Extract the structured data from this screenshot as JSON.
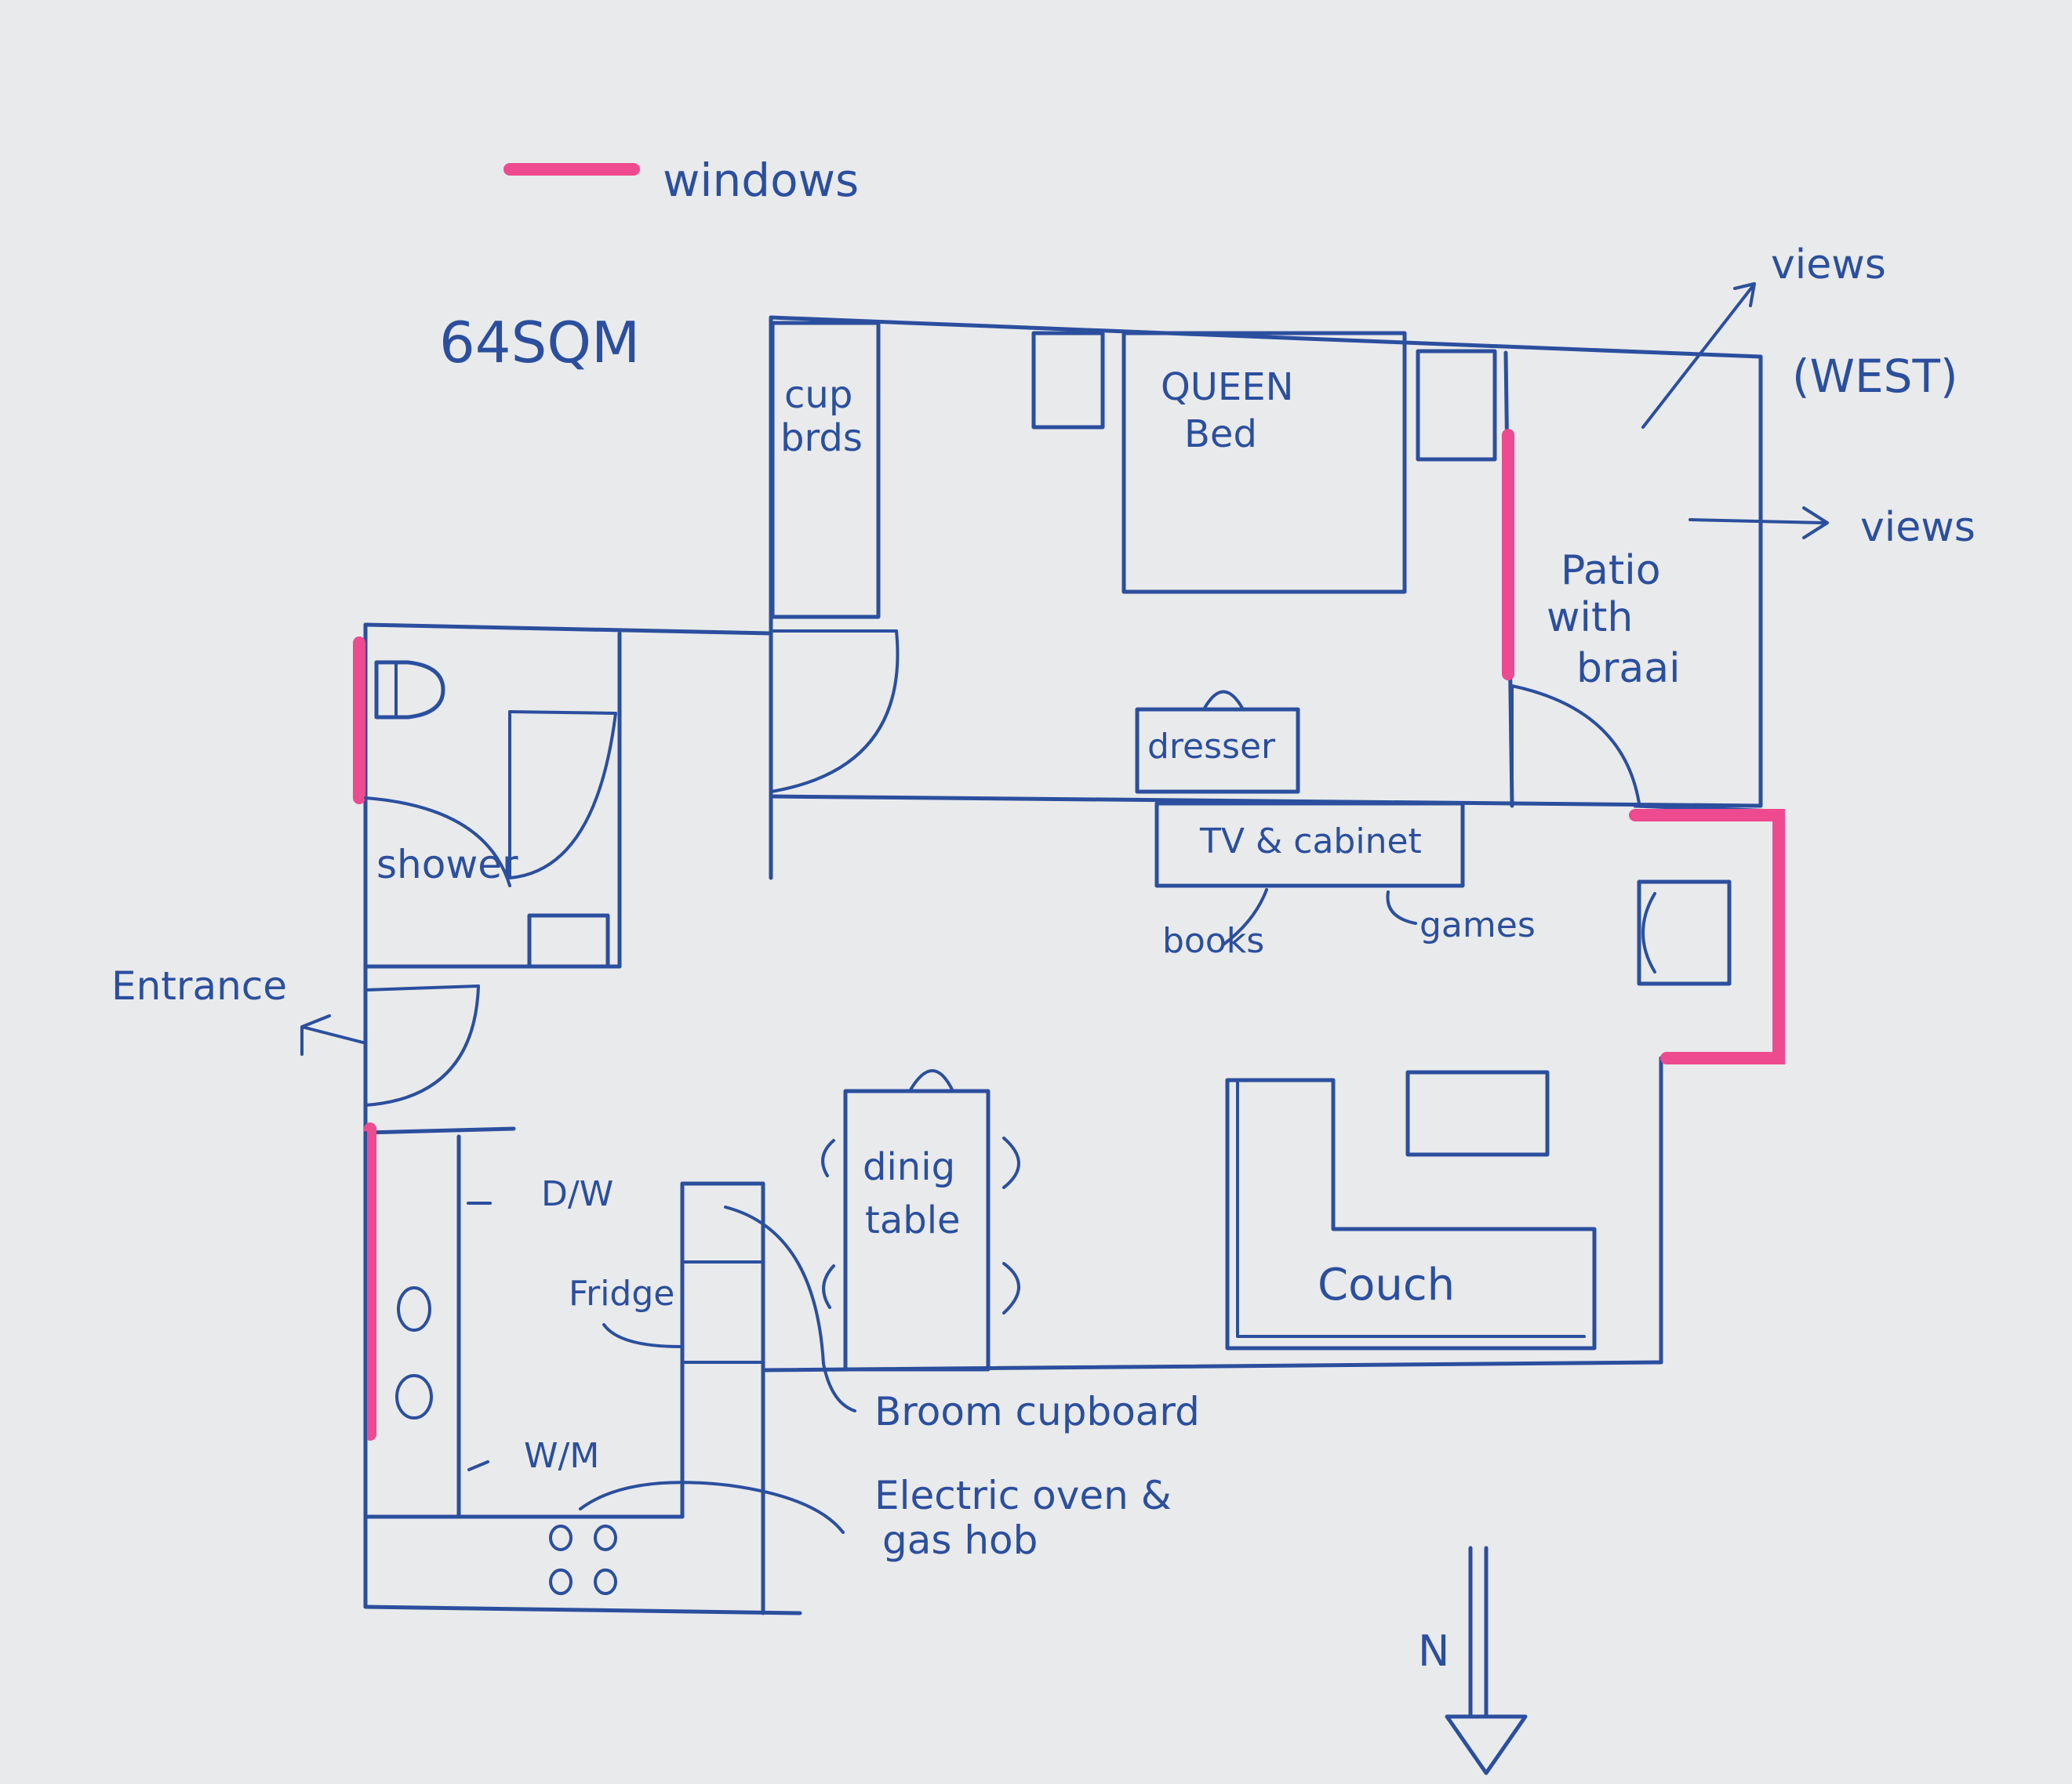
{
  "legend": {
    "label": "windows",
    "color": "#ee4a8f"
  },
  "area": "64SQM",
  "orientation": {
    "views_upper": "views",
    "west": "(WEST)",
    "views_right": "views",
    "north": "N"
  },
  "rooms": {
    "cupboards": [
      "cup",
      "brds"
    ],
    "queen_bed": [
      "QUEEN",
      "Bed"
    ],
    "patio": [
      "Patio",
      "with",
      "braai"
    ],
    "dresser": "dresser",
    "tv_cabinet": "TV & cabinet",
    "books": "books",
    "games": "games",
    "shower": "shower",
    "entrance": "Entrance",
    "dishwasher": "D/W",
    "fridge": "Fridge",
    "dining_table": [
      "dinig",
      "table"
    ],
    "couch": "Couch",
    "washing_machine": "W/M",
    "broom_cupboard": "Broom cupboard",
    "oven_hob": [
      "Electric oven &",
      "gas hob"
    ]
  },
  "colors": {
    "ink": "#2b4f9e",
    "window": "#ee4a8f",
    "paper": "#e9eaeb"
  }
}
